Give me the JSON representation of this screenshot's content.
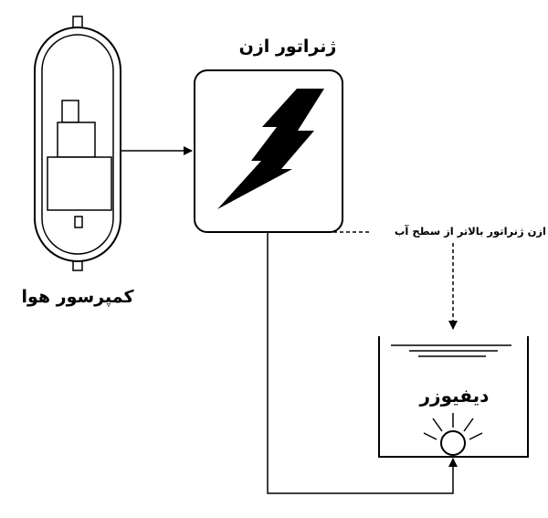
{
  "labels": {
    "ozone_generator": "ژنراتور ازن",
    "air_compressor": "کمپرسور هوا",
    "diffuser": "دیفیوزر",
    "placement_note": "ازن ژنراتور بالاتر از سطح آب"
  },
  "colors": {
    "stroke": "#000000",
    "background": "#ffffff"
  },
  "icons": {
    "generator_symbol": "lightning-bolt-icon",
    "diffuser_symbol": "sparkling-bulb-icon"
  }
}
